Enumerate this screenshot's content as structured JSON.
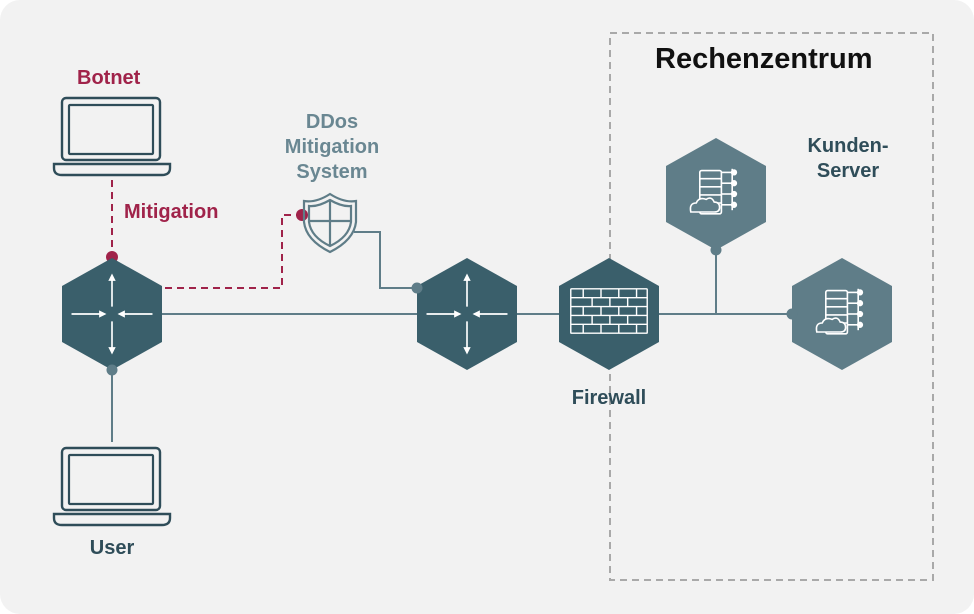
{
  "labels": {
    "botnet": "Botnet",
    "mitigation": "Mitigation",
    "ddos_system": "DDos\nMitigation\nSystem",
    "datacenter": "Rechenzentrum",
    "customer_server": "Kunden-\nServer",
    "firewall": "Firewall",
    "user": "User"
  },
  "colors": {
    "background": "#f2f2f2",
    "hex_dark": "#3a5f6b",
    "hex_server": "#5f7d88",
    "line": "#5f7d88",
    "attack": "#a0234a",
    "title": "#111111",
    "label_dark": "#2f4d59",
    "label_muted": "#6a8792",
    "dashed_box": "#a9a9a9"
  },
  "icons": {
    "botnet_device": "laptop-icon",
    "user_device": "laptop-icon",
    "routers": "router-arrows-icon",
    "ddos": "shield-icon",
    "firewall": "brick-wall-icon",
    "servers": "server-cloud-icon"
  }
}
